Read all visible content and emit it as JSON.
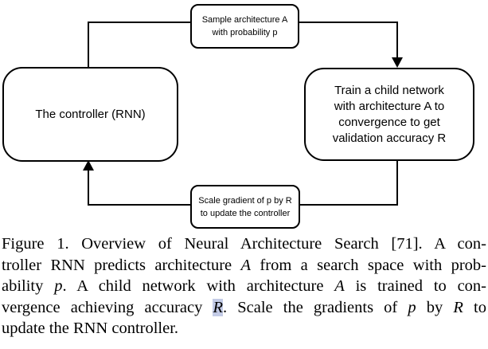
{
  "figure": {
    "diagram": {
      "controller_box_label": "The controller (RNN)",
      "child_box_lines": [
        "Train a child network",
        "with architecture A to",
        "convergence to get",
        "validation accuracy R"
      ],
      "sample_label_lines": [
        "Sample architecture A",
        "with probability p"
      ],
      "scale_label_lines": [
        "Scale gradient of p by R",
        "to update the controller"
      ]
    },
    "caption": {
      "line1": {
        "t1": "Figure 1. Overview of Neural Architecture Search [71]. A con-"
      },
      "line2": {
        "t1": "troller RNN predicts architecture ",
        "v1": "A",
        "t2": " from a search space with prob-"
      },
      "line3": {
        "t1": "ability ",
        "v1": "p",
        "t2": ". A child network with architecture ",
        "v2": "A",
        "t3": " is trained to con-"
      },
      "line4": {
        "t1": "vergence achieving accuracy ",
        "v1": "R",
        "t2": ". Scale the gradients of ",
        "v2": "p",
        "t3": " by ",
        "v3": "R",
        "t4": " to"
      },
      "line5": {
        "t1": "update the RNN controller."
      }
    },
    "colors": {
      "highlight": "#c3cbe6",
      "stroke": "#000000"
    }
  }
}
